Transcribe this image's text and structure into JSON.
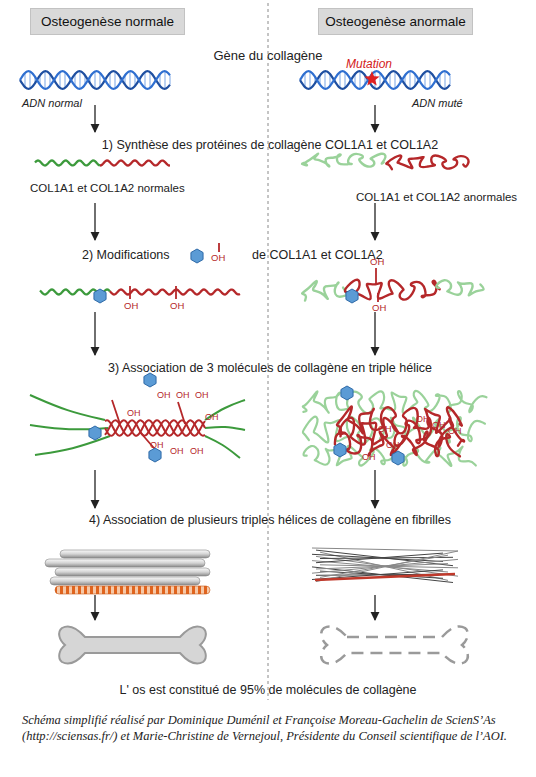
{
  "diagram": {
    "caption": "Schéma simplifié réalisé par Dominique Duménil et Françoise Moreau-Gachelin de ScienS’As (http://sciensas.fr/) et Marie-Christine de Vernejoul, Présidente du Conseil scientifique de l’AOI.",
    "nodes": [
      {
        "text": [
          "Osteogenèse normale"
        ]
      },
      {
        "text": [
          "Osteogenèse anormale"
        ]
      }
    ],
    "labels": [
      "Gène du collagène",
      "Mutation",
      "ADN normal",
      "ADN muté",
      "1) Synthèse des protéines de collagène COL1A1 et COL1A2",
      "COL1A1 et COL1A2 normales",
      "COL1A1 et COL1A2 anormales",
      "2) Modifications",
      "OH",
      "de COL1A1 et COL1A2",
      "OH",
      "OH",
      "OH",
      "OH",
      "3) Association de 3 molécules de collagène en triple hélice",
      "OH",
      "OH",
      "OH",
      "OH",
      "OH",
      "OH",
      "OH",
      "OH",
      "OH",
      "OH",
      "OH",
      "OH",
      "OH",
      "OH",
      "4) Association de plusieurs triples hélices de collagène en fibrilles",
      "L' os est constitué de 95% de molécules de collagène"
    ]
  }
}
